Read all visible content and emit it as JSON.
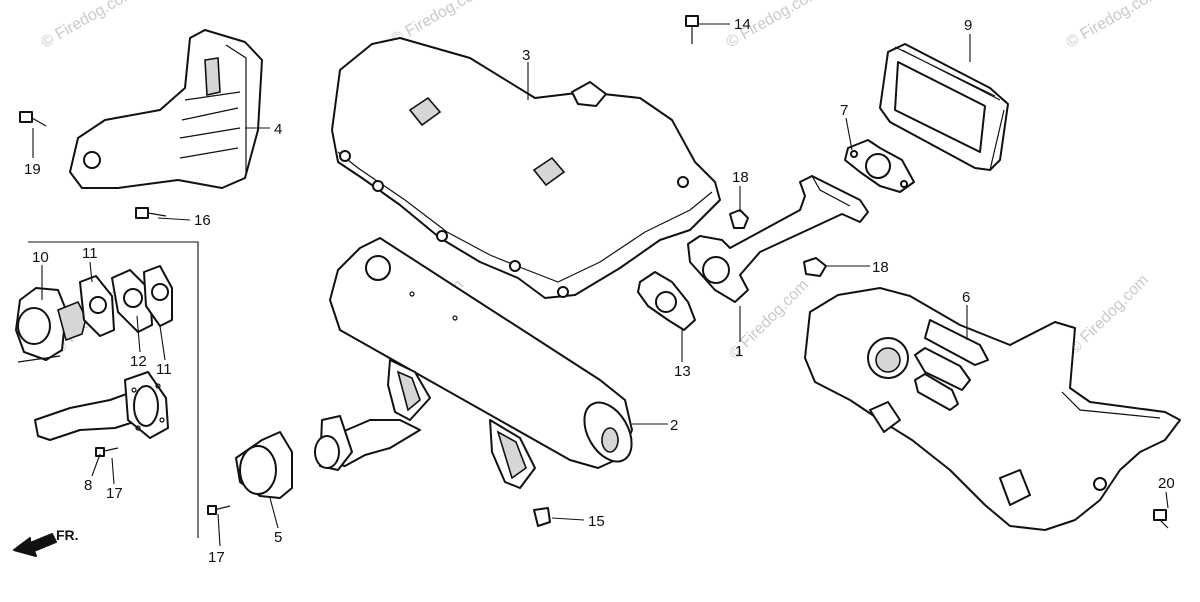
{
  "watermark": "© Firedog.com",
  "direction_label": "FR.",
  "callouts": [
    "1",
    "2",
    "3",
    "4",
    "5",
    "6",
    "7",
    "8",
    "9",
    "10",
    "11",
    "12",
    "13",
    "14",
    "15",
    "16",
    "17",
    "18",
    "19",
    "20"
  ]
}
